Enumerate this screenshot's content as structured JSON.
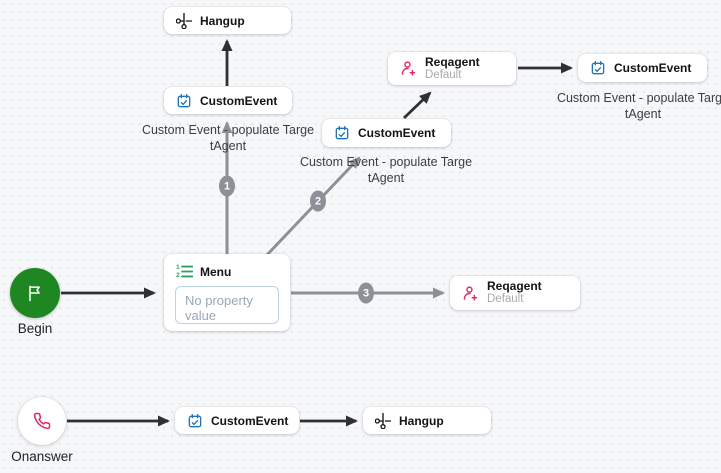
{
  "canvas": {
    "background": "#f6f7f9",
    "dot_color": "#e6e8eb"
  },
  "colors": {
    "edge_dark": "#2f3033",
    "edge_gray": "#8b9196",
    "custom_event_icon": "#2373b9",
    "reqagent_icon": "#df2a6b",
    "hangup_icon": "#141414",
    "begin_circle": "#1f8722",
    "menu_icon": "#2f9e63"
  },
  "nodes": {
    "hangup_top": {
      "title": "Hangup",
      "icon": "scissors-icon"
    },
    "customevent_top_left": {
      "title": "CustomEvent",
      "icon": "calendar-check-icon",
      "caption": "Custom Event - populate Targe\ntAgent"
    },
    "reqagent_top": {
      "title": "Reqagent",
      "subtitle": "Default",
      "icon": "person-add-icon"
    },
    "customevent_top_right": {
      "title": "CustomEvent",
      "icon": "calendar-check-icon",
      "caption": "Custom Event - populate Targe\ntAgent"
    },
    "customevent_mid": {
      "title": "CustomEvent",
      "icon": "calendar-check-icon",
      "caption": "Custom Event - populate Targe\ntAgent"
    },
    "menu": {
      "title": "Menu",
      "icon": "numbered-list-icon",
      "placeholder": "No property value"
    },
    "reqagent_mid": {
      "title": "Reqagent",
      "subtitle": "Default",
      "icon": "person-add-icon"
    },
    "begin": {
      "label": "Begin",
      "icon": "flag-icon"
    },
    "onanswer": {
      "label": "Onanswer",
      "icon": "phone-icon"
    },
    "customevent_bottom": {
      "title": "CustomEvent",
      "icon": "calendar-check-icon"
    },
    "hangup_bottom": {
      "title": "Hangup",
      "icon": "scissors-icon"
    }
  },
  "edges": {
    "badge_labels": [
      "1",
      "2",
      "3"
    ]
  }
}
